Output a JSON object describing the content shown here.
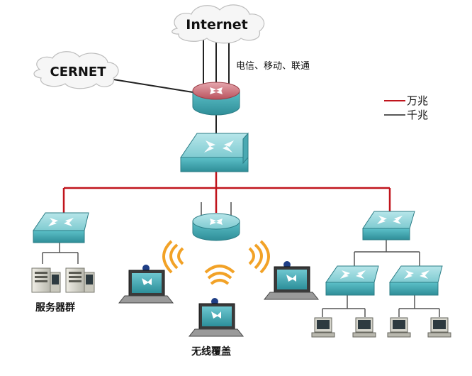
{
  "internet": {
    "label": "Internet"
  },
  "cernet": {
    "label": "CERNET"
  },
  "isp": {
    "label": "电信、移动、联通"
  },
  "legend": {
    "items": [
      {
        "label": "万兆",
        "color": "#c0141c"
      },
      {
        "label": "千兆",
        "color": "#222222"
      }
    ]
  },
  "server_group": {
    "label": "服务器群"
  },
  "wireless": {
    "label": "无线覆盖"
  },
  "colors": {
    "red_link": "#c0141c",
    "gray_link": "#555555",
    "device_top": "#8fd3d8",
    "device_side": "#3fa6b0",
    "router_top": "#c9707a",
    "wifi_wave": "#f2a227"
  }
}
